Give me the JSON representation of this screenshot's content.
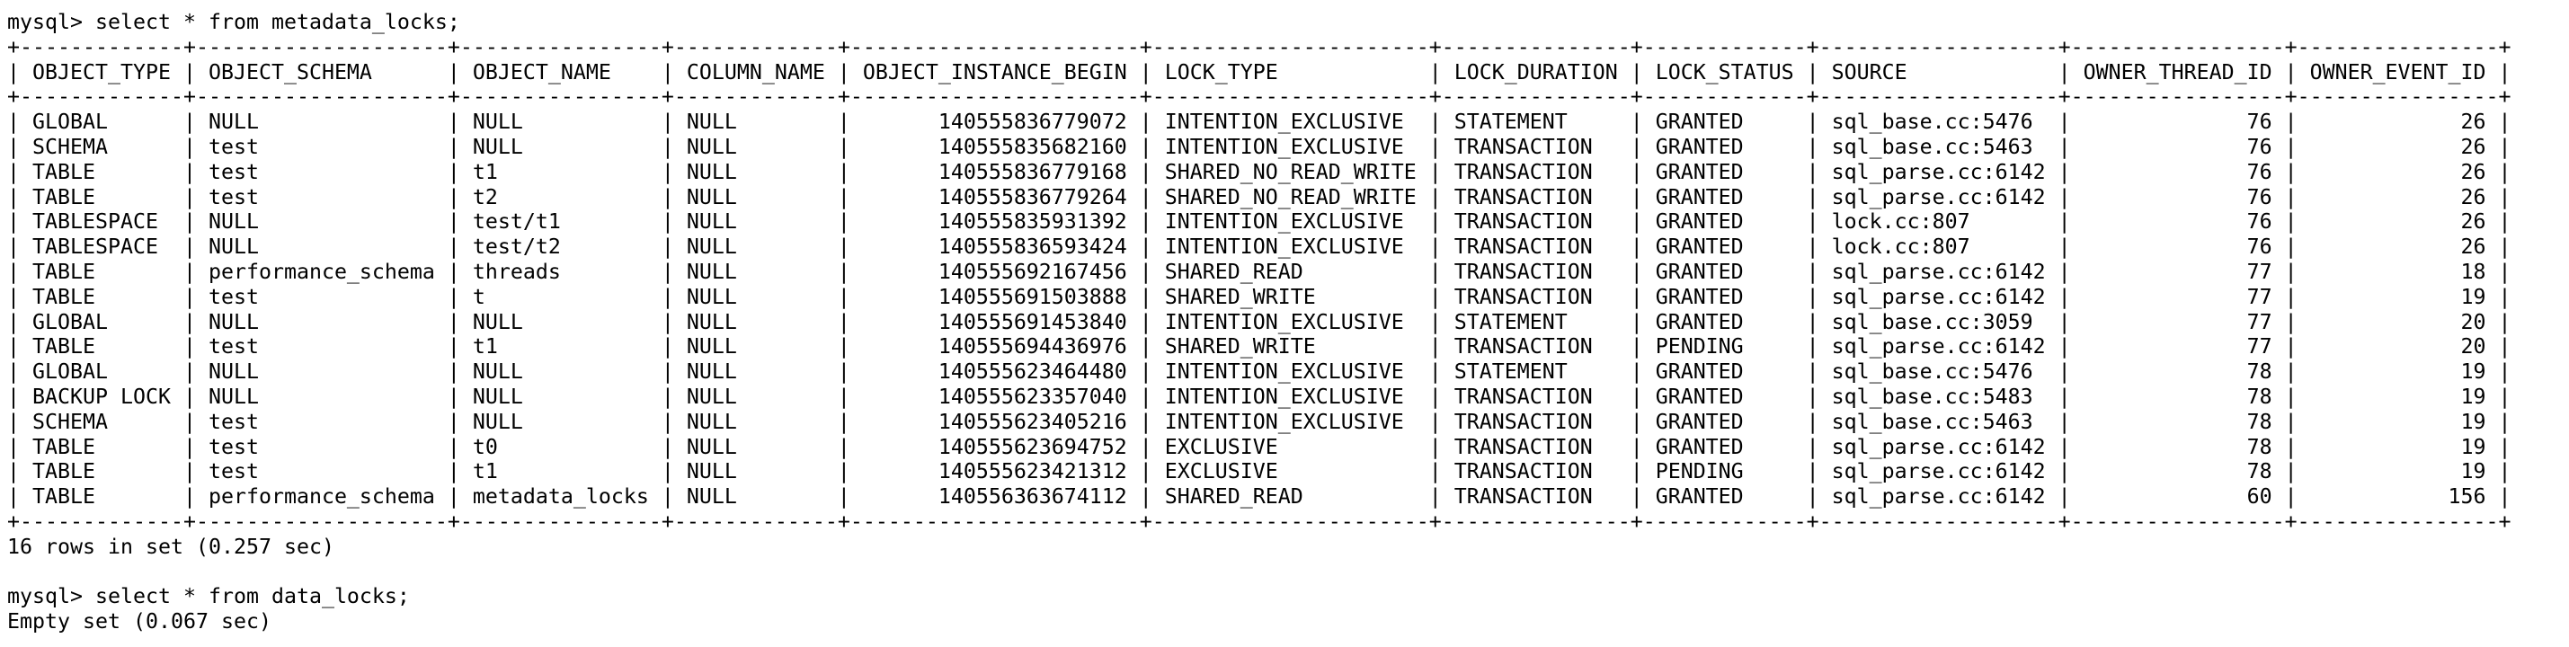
{
  "terminal": {
    "query1": "mysql> select * from metadata_locks;",
    "result_summary1": "16 rows in set (0.257 sec)",
    "query2": "mysql> select * from data_locks;",
    "result_summary2": "Empty set (0.067 sec)"
  },
  "table": {
    "columns": [
      {
        "name": "OBJECT_TYPE",
        "align": "left"
      },
      {
        "name": "OBJECT_SCHEMA",
        "align": "left"
      },
      {
        "name": "OBJECT_NAME",
        "align": "left"
      },
      {
        "name": "COLUMN_NAME",
        "align": "left"
      },
      {
        "name": "OBJECT_INSTANCE_BEGIN",
        "align": "right"
      },
      {
        "name": "LOCK_TYPE",
        "align": "left"
      },
      {
        "name": "LOCK_DURATION",
        "align": "left"
      },
      {
        "name": "LOCK_STATUS",
        "align": "left"
      },
      {
        "name": "SOURCE",
        "align": "left"
      },
      {
        "name": "OWNER_THREAD_ID",
        "align": "right"
      },
      {
        "name": "OWNER_EVENT_ID",
        "align": "right"
      }
    ],
    "rows": [
      [
        "GLOBAL",
        "NULL",
        "NULL",
        "NULL",
        "140555836779072",
        "INTENTION_EXCLUSIVE",
        "STATEMENT",
        "GRANTED",
        "sql_base.cc:5476",
        "76",
        "26"
      ],
      [
        "SCHEMA",
        "test",
        "NULL",
        "NULL",
        "140555835682160",
        "INTENTION_EXCLUSIVE",
        "TRANSACTION",
        "GRANTED",
        "sql_base.cc:5463",
        "76",
        "26"
      ],
      [
        "TABLE",
        "test",
        "t1",
        "NULL",
        "140555836779168",
        "SHARED_NO_READ_WRITE",
        "TRANSACTION",
        "GRANTED",
        "sql_parse.cc:6142",
        "76",
        "26"
      ],
      [
        "TABLE",
        "test",
        "t2",
        "NULL",
        "140555836779264",
        "SHARED_NO_READ_WRITE",
        "TRANSACTION",
        "GRANTED",
        "sql_parse.cc:6142",
        "76",
        "26"
      ],
      [
        "TABLESPACE",
        "NULL",
        "test/t1",
        "NULL",
        "140555835931392",
        "INTENTION_EXCLUSIVE",
        "TRANSACTION",
        "GRANTED",
        "lock.cc:807",
        "76",
        "26"
      ],
      [
        "TABLESPACE",
        "NULL",
        "test/t2",
        "NULL",
        "140555836593424",
        "INTENTION_EXCLUSIVE",
        "TRANSACTION",
        "GRANTED",
        "lock.cc:807",
        "76",
        "26"
      ],
      [
        "TABLE",
        "performance_schema",
        "threads",
        "NULL",
        "140555692167456",
        "SHARED_READ",
        "TRANSACTION",
        "GRANTED",
        "sql_parse.cc:6142",
        "77",
        "18"
      ],
      [
        "TABLE",
        "test",
        "t",
        "NULL",
        "140555691503888",
        "SHARED_WRITE",
        "TRANSACTION",
        "GRANTED",
        "sql_parse.cc:6142",
        "77",
        "19"
      ],
      [
        "GLOBAL",
        "NULL",
        "NULL",
        "NULL",
        "140555691453840",
        "INTENTION_EXCLUSIVE",
        "STATEMENT",
        "GRANTED",
        "sql_base.cc:3059",
        "77",
        "20"
      ],
      [
        "TABLE",
        "test",
        "t1",
        "NULL",
        "140555694436976",
        "SHARED_WRITE",
        "TRANSACTION",
        "PENDING",
        "sql_parse.cc:6142",
        "77",
        "20"
      ],
      [
        "GLOBAL",
        "NULL",
        "NULL",
        "NULL",
        "140555623464480",
        "INTENTION_EXCLUSIVE",
        "STATEMENT",
        "GRANTED",
        "sql_base.cc:5476",
        "78",
        "19"
      ],
      [
        "BACKUP LOCK",
        "NULL",
        "NULL",
        "NULL",
        "140555623357040",
        "INTENTION_EXCLUSIVE",
        "TRANSACTION",
        "GRANTED",
        "sql_base.cc:5483",
        "78",
        "19"
      ],
      [
        "SCHEMA",
        "test",
        "NULL",
        "NULL",
        "140555623405216",
        "INTENTION_EXCLUSIVE",
        "TRANSACTION",
        "GRANTED",
        "sql_base.cc:5463",
        "78",
        "19"
      ],
      [
        "TABLE",
        "test",
        "t0",
        "NULL",
        "140555623694752",
        "EXCLUSIVE",
        "TRANSACTION",
        "GRANTED",
        "sql_parse.cc:6142",
        "78",
        "19"
      ],
      [
        "TABLE",
        "test",
        "t1",
        "NULL",
        "140555623421312",
        "EXCLUSIVE",
        "TRANSACTION",
        "PENDING",
        "sql_parse.cc:6142",
        "78",
        "19"
      ],
      [
        "TABLE",
        "performance_schema",
        "metadata_locks",
        "NULL",
        "140556363674112",
        "SHARED_READ",
        "TRANSACTION",
        "GRANTED",
        "sql_parse.cc:6142",
        "60",
        "156"
      ]
    ]
  },
  "colors": {
    "background": "#ffffff",
    "text": "#000000"
  }
}
